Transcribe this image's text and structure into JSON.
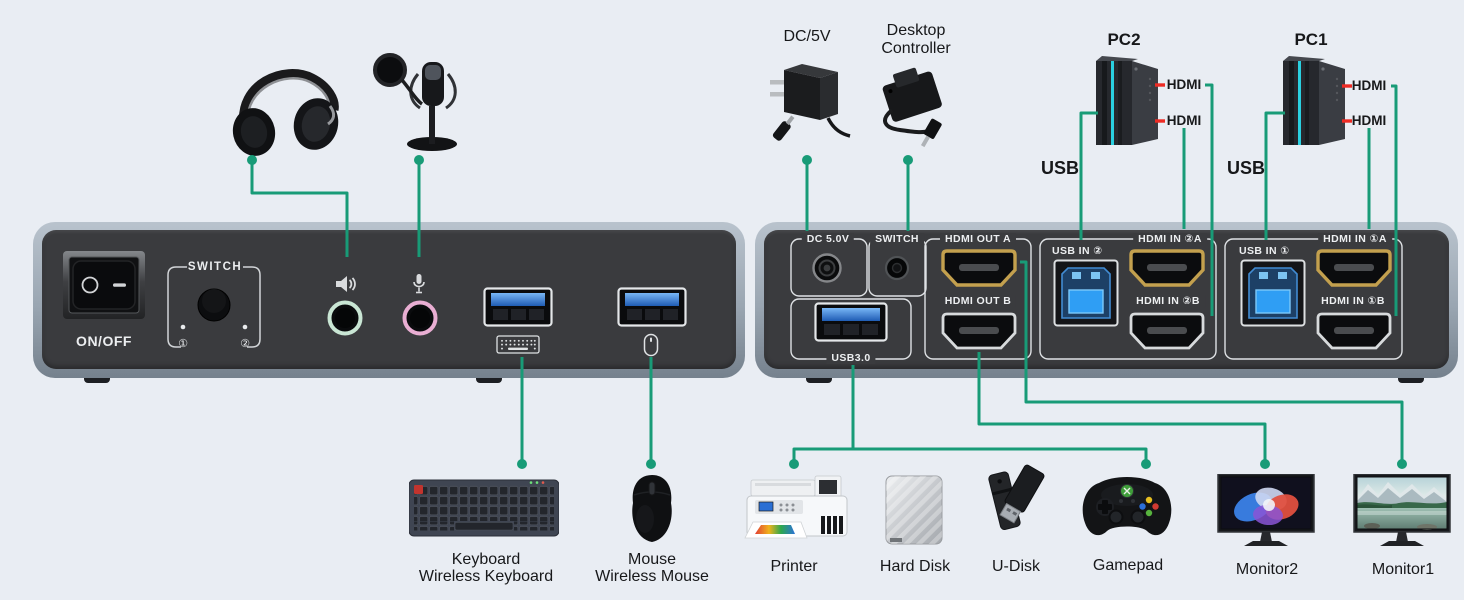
{
  "colors": {
    "background": "#e9edf3",
    "line_green": "#189b77",
    "tick_red": "#ee2b24",
    "panel_face": "#3a3b3e",
    "panel_frame": "#9fabb7",
    "usb_blue": "#2f7fd6",
    "hdmi_gold": "#c3a04e",
    "speaker_ring": "#c9e6d4",
    "mic_ring": "#e9aed3"
  },
  "front_panel": {
    "power": "ON/OFF",
    "switch": "SWITCH",
    "led1": "①",
    "led2": "②"
  },
  "back_panel": {
    "dc": "DC 5.0V",
    "switch": "SWITCH",
    "usb3": "USB3.0",
    "hdmi_out_a": "HDMI OUT A",
    "hdmi_out_b": "HDMI OUT B",
    "usb_in_2": "USB IN ②",
    "hdmi_in_2a": "HDMI IN ②A",
    "hdmi_in_2b": "HDMI IN ②B",
    "usb_in_1": "USB IN ①",
    "hdmi_in_1a": "HDMI IN ①A",
    "hdmi_in_1b": "HDMI IN ①B"
  },
  "top": {
    "dc_adapter": "DC/5V",
    "controller_line1": "Desktop",
    "controller_line2": "Controller",
    "pc2": "PC2",
    "pc1": "PC1",
    "pc2_usb": "USB",
    "pc1_usb": "USB",
    "hdmi": "HDMI"
  },
  "bottom": {
    "keyboard_line1": "Keyboard",
    "keyboard_line2": "Wireless Keyboard",
    "mouse_line1": "Mouse",
    "mouse_line2": "Wireless Mouse",
    "printer": "Printer",
    "hard_disk": "Hard Disk",
    "u_disk": "U-Disk",
    "gamepad": "Gamepad",
    "monitor2": "Monitor2",
    "monitor1": "Monitor1"
  }
}
